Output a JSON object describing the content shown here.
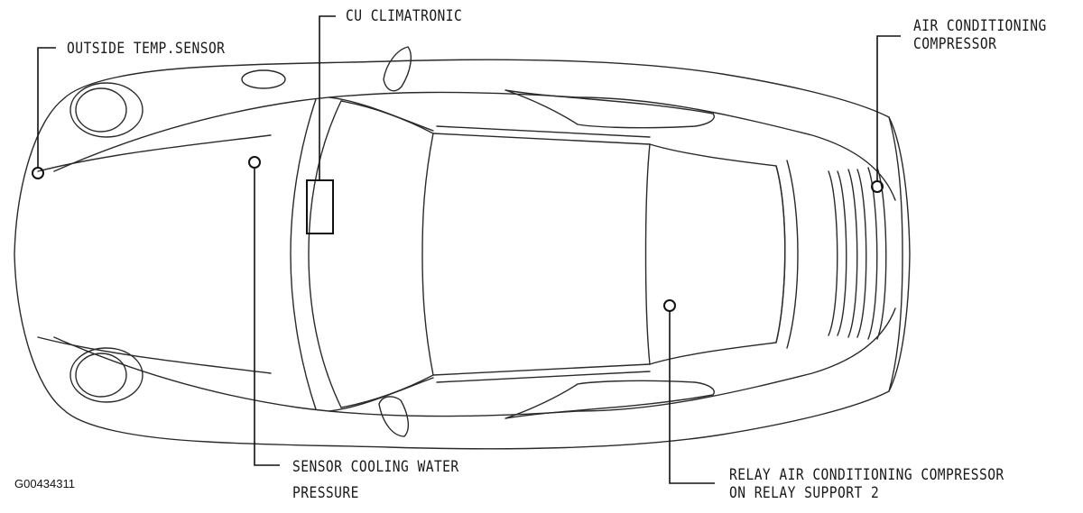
{
  "diagram": {
    "labels": {
      "cu_climatronic": "CU CLIMATRONIC",
      "outside_temp_sensor": "OUTSIDE TEMP.SENSOR",
      "ac_compressor_line1": "AIR CONDITIONING",
      "ac_compressor_line2": "COMPRESSOR",
      "sensor_cooling_line1": "SENSOR COOLING WATER",
      "sensor_cooling_line2": "PRESSURE",
      "relay_line1": "RELAY AIR CONDITIONING COMPRESSOR",
      "relay_line2": "ON RELAY SUPPORT 2"
    },
    "figure_id": "G00434311"
  }
}
